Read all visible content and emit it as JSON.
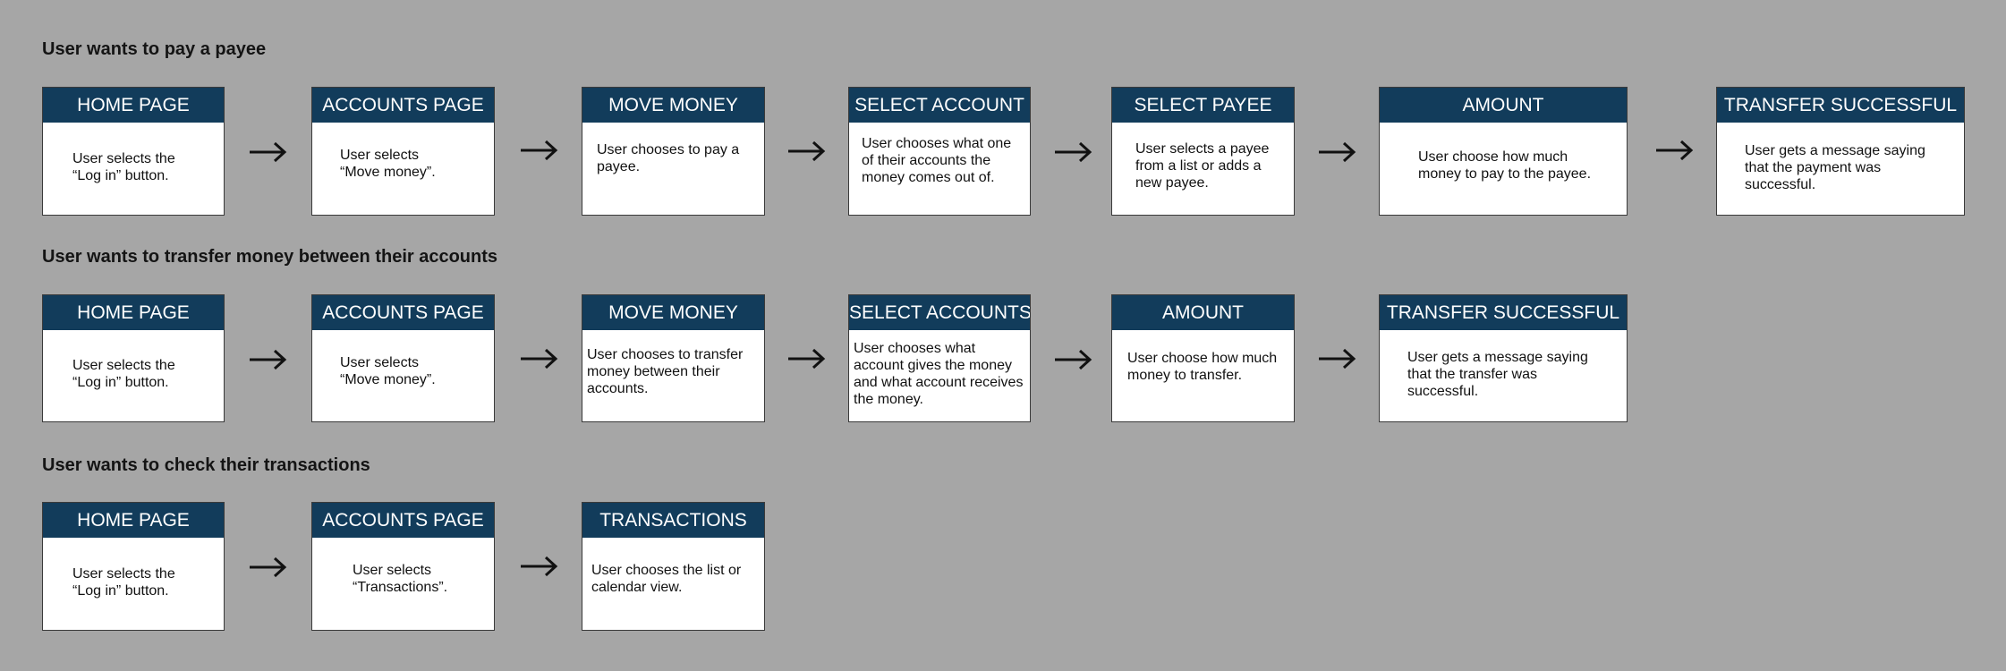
{
  "colors": {
    "background": "#a6a6a6",
    "header": "#123c5b",
    "card": "#ffffff",
    "text": "#111111"
  },
  "flows": [
    {
      "title": "User wants to pay a payee",
      "steps": [
        {
          "header": "HOME PAGE",
          "body": "User selects the “Log in” button."
        },
        {
          "header": "ACCOUNTS PAGE",
          "body": "User selects “Move money”."
        },
        {
          "header": "MOVE MONEY",
          "body": "User chooses to pay a payee."
        },
        {
          "header": "SELECT ACCOUNT",
          "body": "User chooses what one of their accounts the money comes out of."
        },
        {
          "header": "SELECT PAYEE",
          "body": "User selects a payee from a list or adds a new payee."
        },
        {
          "header": "AMOUNT",
          "body": "User choose how much money to pay to the payee."
        },
        {
          "header": "TRANSFER SUCCESSFUL",
          "body": "User gets a message saying that the payment was successful."
        }
      ]
    },
    {
      "title": "User wants to transfer money between their accounts",
      "steps": [
        {
          "header": "HOME PAGE",
          "body": "User selects the “Log in” button."
        },
        {
          "header": "ACCOUNTS PAGE",
          "body": "User selects “Move money”."
        },
        {
          "header": "MOVE MONEY",
          "body": "User chooses to transfer money between their accounts."
        },
        {
          "header": "SELECT ACCOUNTS",
          "body": "User chooses what account gives the money and what account receives the money."
        },
        {
          "header": "AMOUNT",
          "body": "User choose how much money to transfer."
        },
        {
          "header": "TRANSFER SUCCESSFUL",
          "body": "User gets a message saying that the transfer was successful."
        }
      ]
    },
    {
      "title": "User wants to check their transactions",
      "steps": [
        {
          "header": "HOME PAGE",
          "body": "User selects the “Log in” button."
        },
        {
          "header": "ACCOUNTS PAGE",
          "body": "User selects “Transactions”."
        },
        {
          "header": "TRANSACTIONS",
          "body": "User chooses the list or calendar view."
        }
      ]
    }
  ]
}
